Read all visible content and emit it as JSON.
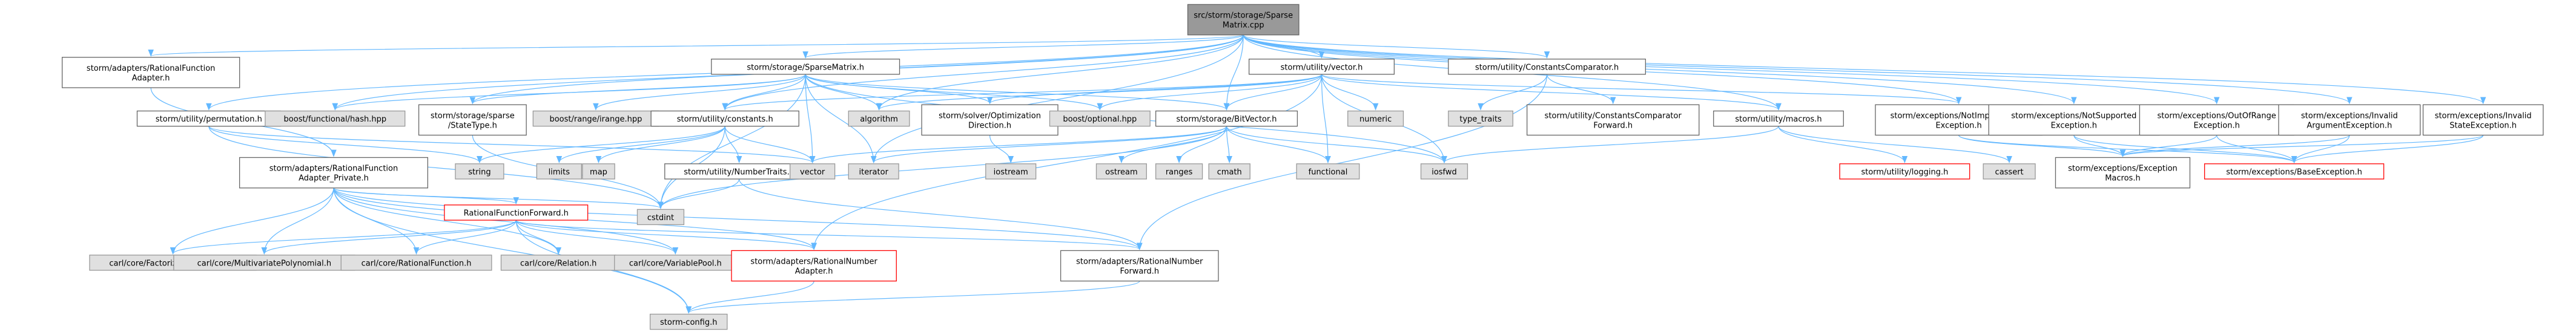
{
  "colors": {
    "root_fill": "#999999",
    "root_stroke": "#666666",
    "documented_fill": "#ffffff",
    "documented_stroke": "#666666",
    "missing_fill": "#ffffff",
    "missing_stroke": "#ff0000",
    "external_fill": "#e0e0e0",
    "external_stroke": "#999999",
    "edge": "#63b8ff"
  },
  "nodes": [
    {
      "id": "root",
      "kind": "root",
      "lines": [
        "src/storm/storage/Sparse",
        "Matrix.cpp"
      ]
    },
    {
      "id": "adapters_rfa",
      "kind": "documented",
      "lines": [
        "storm/adapters/RationalFunction",
        "Adapter.h"
      ]
    },
    {
      "id": "sparsematrix_h",
      "kind": "documented",
      "lines": [
        "storm/storage/SparseMatrix.h"
      ]
    },
    {
      "id": "vector_h",
      "kind": "documented",
      "lines": [
        "storm/utility/vector.h"
      ]
    },
    {
      "id": "constcomp_h",
      "kind": "documented",
      "lines": [
        "storm/utility/ConstantsComparator.h"
      ]
    },
    {
      "id": "permutation_h",
      "kind": "documented",
      "lines": [
        "storm/utility/permutation.h"
      ]
    },
    {
      "id": "boost_hash",
      "kind": "external",
      "lines": [
        "boost/functional/hash.hpp"
      ]
    },
    {
      "id": "statetype_h",
      "kind": "documented",
      "lines": [
        "storm/storage/sparse",
        "/StateType.h"
      ]
    },
    {
      "id": "boost_range",
      "kind": "external",
      "lines": [
        "boost/range/irange.hpp"
      ]
    },
    {
      "id": "constants_h",
      "kind": "documented",
      "lines": [
        "storm/utility/constants.h"
      ]
    },
    {
      "id": "algorithm",
      "kind": "external",
      "lines": [
        "algorithm"
      ]
    },
    {
      "id": "optdir_h",
      "kind": "documented",
      "lines": [
        "storm/solver/Optimization",
        "Direction.h"
      ]
    },
    {
      "id": "boost_optional",
      "kind": "external",
      "lines": [
        "boost/optional.hpp"
      ]
    },
    {
      "id": "bitvector_h",
      "kind": "documented",
      "lines": [
        "storm/storage/BitVector.h"
      ]
    },
    {
      "id": "numeric",
      "kind": "external",
      "lines": [
        "numeric"
      ]
    },
    {
      "id": "type_traits",
      "kind": "external",
      "lines": [
        "type_traits"
      ]
    },
    {
      "id": "ccforward_h",
      "kind": "documented",
      "lines": [
        "storm/utility/ConstantsComparator",
        "Forward.h"
      ]
    },
    {
      "id": "macros_h",
      "kind": "documented",
      "lines": [
        "storm/utility/macros.h"
      ]
    },
    {
      "id": "notimpl_h",
      "kind": "documented",
      "lines": [
        "storm/exceptions/NotImplemented",
        "Exception.h"
      ]
    },
    {
      "id": "notsupp_h",
      "kind": "documented",
      "lines": [
        "storm/exceptions/NotSupported",
        "Exception.h"
      ]
    },
    {
      "id": "outofrange_h",
      "kind": "documented",
      "lines": [
        "storm/exceptions/OutOfRange",
        "Exception.h"
      ]
    },
    {
      "id": "invarg_h",
      "kind": "documented",
      "lines": [
        "storm/exceptions/Invalid",
        "ArgumentException.h"
      ]
    },
    {
      "id": "invstate_h",
      "kind": "documented",
      "lines": [
        "storm/exceptions/Invalid",
        "StateException.h"
      ]
    },
    {
      "id": "rfa_private_h",
      "kind": "documented",
      "lines": [
        "storm/adapters/RationalFunction",
        "Adapter_Private.h"
      ]
    },
    {
      "id": "string",
      "kind": "external",
      "lines": [
        "string"
      ]
    },
    {
      "id": "limits",
      "kind": "external",
      "lines": [
        "limits"
      ]
    },
    {
      "id": "map",
      "kind": "external",
      "lines": [
        "map"
      ]
    },
    {
      "id": "numbertraits_h",
      "kind": "documented",
      "lines": [
        "storm/utility/NumberTraits.h"
      ]
    },
    {
      "id": "vector",
      "kind": "external",
      "lines": [
        "vector"
      ]
    },
    {
      "id": "iterator",
      "kind": "external",
      "lines": [
        "iterator"
      ]
    },
    {
      "id": "iostream",
      "kind": "external",
      "lines": [
        "iostream"
      ]
    },
    {
      "id": "ostream",
      "kind": "external",
      "lines": [
        "ostream"
      ]
    },
    {
      "id": "ranges",
      "kind": "external",
      "lines": [
        "ranges"
      ]
    },
    {
      "id": "cmath",
      "kind": "external",
      "lines": [
        "cmath"
      ]
    },
    {
      "id": "functional",
      "kind": "external",
      "lines": [
        "functional"
      ]
    },
    {
      "id": "iosfwd",
      "kind": "external",
      "lines": [
        "iosfwd"
      ]
    },
    {
      "id": "logging_h",
      "kind": "missing",
      "lines": [
        "storm/utility/logging.h"
      ]
    },
    {
      "id": "cassert",
      "kind": "external",
      "lines": [
        "cassert"
      ]
    },
    {
      "id": "excmacros_h",
      "kind": "documented",
      "lines": [
        "storm/exceptions/Exception",
        "Macros.h"
      ]
    },
    {
      "id": "baseexc_h",
      "kind": "missing",
      "lines": [
        "storm/exceptions/BaseException.h"
      ]
    },
    {
      "id": "cstdint",
      "kind": "external",
      "lines": [
        "cstdint"
      ]
    },
    {
      "id": "rfforward_h",
      "kind": "missing",
      "lines": [
        "RationalFunctionForward.h"
      ]
    },
    {
      "id": "carl_factorized",
      "kind": "external",
      "lines": [
        "carl/core/FactorizedPolynomial.h"
      ]
    },
    {
      "id": "carl_multivariate",
      "kind": "external",
      "lines": [
        "carl/core/MultivariatePolynomial.h"
      ]
    },
    {
      "id": "carl_rational",
      "kind": "external",
      "lines": [
        "carl/core/RationalFunction.h"
      ]
    },
    {
      "id": "carl_relation",
      "kind": "external",
      "lines": [
        "carl/core/Relation.h"
      ]
    },
    {
      "id": "carl_varpool",
      "kind": "external",
      "lines": [
        "carl/core/VariablePool.h"
      ]
    },
    {
      "id": "rna_h",
      "kind": "missing",
      "lines": [
        "storm/adapters/RationalNumber",
        "Adapter.h"
      ]
    },
    {
      "id": "rnforward_h",
      "kind": "documented",
      "lines": [
        "storm/adapters/RationalNumber",
        "Forward.h"
      ]
    },
    {
      "id": "stormconfig_h",
      "kind": "external",
      "lines": [
        "storm-config.h"
      ]
    }
  ],
  "edges": [
    [
      "root",
      "adapters_rfa"
    ],
    [
      "root",
      "sparsematrix_h"
    ],
    [
      "root",
      "vector_h"
    ],
    [
      "root",
      "constcomp_h"
    ],
    [
      "root",
      "permutation_h"
    ],
    [
      "root",
      "boost_hash"
    ],
    [
      "root",
      "statetype_h"
    ],
    [
      "root",
      "constants_h"
    ],
    [
      "root",
      "algorithm"
    ],
    [
      "root",
      "iterator"
    ],
    [
      "root",
      "bitvector_h"
    ],
    [
      "root",
      "macros_h"
    ],
    [
      "root",
      "notimpl_h"
    ],
    [
      "root",
      "notsupp_h"
    ],
    [
      "root",
      "outofrange_h"
    ],
    [
      "root",
      "invarg_h"
    ],
    [
      "root",
      "invstate_h"
    ],
    [
      "adapters_rfa",
      "rfa_private_h"
    ],
    [
      "sparsematrix_h",
      "boost_hash"
    ],
    [
      "sparsematrix_h",
      "statetype_h"
    ],
    [
      "sparsematrix_h",
      "boost_range"
    ],
    [
      "sparsematrix_h",
      "constants_h"
    ],
    [
      "sparsematrix_h",
      "algorithm"
    ],
    [
      "sparsematrix_h",
      "optdir_h"
    ],
    [
      "sparsematrix_h",
      "boost_optional"
    ],
    [
      "sparsematrix_h",
      "bitvector_h"
    ],
    [
      "sparsematrix_h",
      "iterator"
    ],
    [
      "sparsematrix_h",
      "vector"
    ],
    [
      "sparsematrix_h",
      "cstdint"
    ],
    [
      "sparsematrix_h",
      "iosfwd"
    ],
    [
      "vector_h",
      "constants_h"
    ],
    [
      "vector_h",
      "algorithm"
    ],
    [
      "vector_h",
      "boost_optional"
    ],
    [
      "vector_h",
      "bitvector_h"
    ],
    [
      "vector_h",
      "numeric"
    ],
    [
      "vector_h",
      "macros_h"
    ],
    [
      "vector_h",
      "notimpl_h"
    ],
    [
      "vector_h",
      "functional"
    ],
    [
      "vector_h",
      "iosfwd"
    ],
    [
      "vector_h",
      "rna_h"
    ],
    [
      "vector_h",
      "optdir_h"
    ],
    [
      "constcomp_h",
      "type_traits"
    ],
    [
      "constcomp_h",
      "ccforward_h"
    ],
    [
      "constcomp_h",
      "rnforward_h"
    ],
    [
      "permutation_h",
      "string"
    ],
    [
      "permutation_h",
      "vector"
    ],
    [
      "permutation_h",
      "cstdint"
    ],
    [
      "statetype_h",
      "cstdint"
    ],
    [
      "constants_h",
      "limits"
    ],
    [
      "constants_h",
      "map"
    ],
    [
      "constants_h",
      "numbertraits_h"
    ],
    [
      "constants_h",
      "vector"
    ],
    [
      "constants_h",
      "cstdint"
    ],
    [
      "constants_h",
      "string"
    ],
    [
      "optdir_h",
      "iostream"
    ],
    [
      "bitvector_h",
      "iterator"
    ],
    [
      "bitvector_h",
      "ostream"
    ],
    [
      "bitvector_h",
      "ranges"
    ],
    [
      "bitvector_h",
      "cmath"
    ],
    [
      "bitvector_h",
      "functional"
    ],
    [
      "bitvector_h",
      "iosfwd"
    ],
    [
      "bitvector_h",
      "cstdint"
    ],
    [
      "bitvector_h",
      "vector"
    ],
    [
      "macros_h",
      "iosfwd"
    ],
    [
      "macros_h",
      "logging_h"
    ],
    [
      "macros_h",
      "cassert"
    ],
    [
      "notimpl_h",
      "excmacros_h"
    ],
    [
      "notimpl_h",
      "baseexc_h"
    ],
    [
      "notsupp_h",
      "excmacros_h"
    ],
    [
      "notsupp_h",
      "baseexc_h"
    ],
    [
      "outofrange_h",
      "excmacros_h"
    ],
    [
      "outofrange_h",
      "baseexc_h"
    ],
    [
      "invarg_h",
      "excmacros_h"
    ],
    [
      "invarg_h",
      "baseexc_h"
    ],
    [
      "invstate_h",
      "excmacros_h"
    ],
    [
      "invstate_h",
      "baseexc_h"
    ],
    [
      "rfa_private_h",
      "rfforward_h"
    ],
    [
      "rfa_private_h",
      "carl_factorized"
    ],
    [
      "rfa_private_h",
      "carl_multivariate"
    ],
    [
      "rfa_private_h",
      "carl_rational"
    ],
    [
      "rfa_private_h",
      "carl_relation"
    ],
    [
      "rfa_private_h",
      "carl_varpool"
    ],
    [
      "rfa_private_h",
      "rna_h"
    ],
    [
      "rfa_private_h",
      "rnforward_h"
    ],
    [
      "rfa_private_h",
      "stormconfig_h"
    ],
    [
      "rfa_private_h",
      "cstdint"
    ],
    [
      "numbertraits_h",
      "rnforward_h"
    ],
    [
      "numbertraits_h",
      "cstdint"
    ],
    [
      "rfforward_h",
      "carl_factorized"
    ],
    [
      "rfforward_h",
      "carl_multivariate"
    ],
    [
      "rfforward_h",
      "carl_rational"
    ],
    [
      "rfforward_h",
      "carl_relation"
    ],
    [
      "rfforward_h",
      "carl_varpool"
    ],
    [
      "rfforward_h",
      "rna_h"
    ],
    [
      "rfforward_h",
      "rnforward_h"
    ],
    [
      "rfforward_h",
      "stormconfig_h"
    ],
    [
      "rna_h",
      "stormconfig_h"
    ],
    [
      "rnforward_h",
      "stormconfig_h"
    ]
  ]
}
